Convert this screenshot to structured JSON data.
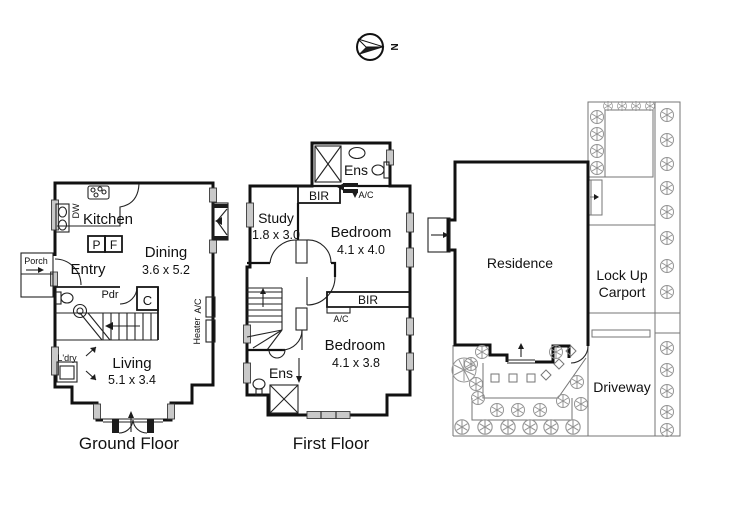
{
  "colors": {
    "wall": "#111111",
    "window_fill": "#c9c9c9",
    "site_line": "#767676",
    "tree_line": "#949494",
    "background": "#ffffff"
  },
  "compass": {
    "north": "N"
  },
  "ground_floor": {
    "title": "Ground Floor",
    "kitchen": "Kitchen",
    "dw": "DW",
    "pantry": "P",
    "fridge": "F",
    "porch": "Porch",
    "entry": "Entry",
    "dining": "Dining",
    "dining_size": "3.6 x 5.2",
    "powder": "Pdr",
    "cupboard": "C",
    "ac": "A/C",
    "heater": "Heater",
    "laundry": "L'dry",
    "living": "Living",
    "living_size": "5.1 x 3.4"
  },
  "first_floor": {
    "title": "First Floor",
    "ens_top": "Ens",
    "bir_top": "BIR",
    "ac_top": "A/C",
    "study": "Study",
    "study_size": "1.8 x 3.0",
    "bedroom_rear": "Bedroom",
    "bedroom_rear_size": "4.1 x 4.0",
    "bir_mid": "BIR",
    "ac_mid": "A/C",
    "ens_bottom": "Ens",
    "bedroom_front": "Bedroom",
    "bedroom_front_size": "4.1 x 3.8"
  },
  "site": {
    "residence": "Residence",
    "carport_line1": "Lock Up",
    "carport_line2": "Carport",
    "driveway": "Driveway"
  }
}
